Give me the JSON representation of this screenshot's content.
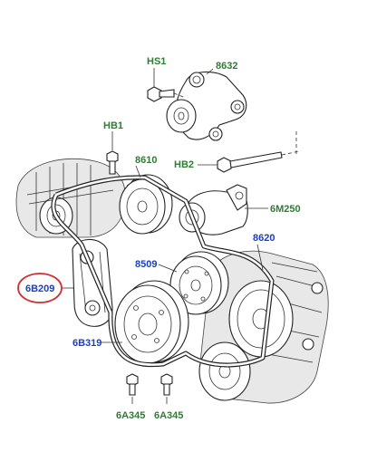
{
  "labels": {
    "hs1": "HS1",
    "p8632": "8632",
    "hb1": "HB1",
    "p8610": "8610",
    "hb2": "HB2",
    "p6m250": "6M250",
    "p8620": "8620",
    "p8509": "8509",
    "p6b209": "6B209",
    "p6b319": "6B319",
    "p6a345_left": "6A345",
    "p6a345_right": "6A345"
  },
  "colors": {
    "green_label": "#2e7d32",
    "blue_label": "#1a3fc4",
    "highlight_circle": "#d32f2f"
  }
}
